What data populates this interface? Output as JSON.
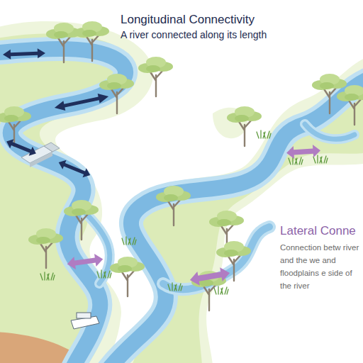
{
  "diagram": {
    "title": "Longitudinal Connectivity",
    "labels": [
      "A river connected along its length",
      "Lateral Conne",
      "Connection betw river and the we and floodplains e side of the river"
    ]
  }
}
